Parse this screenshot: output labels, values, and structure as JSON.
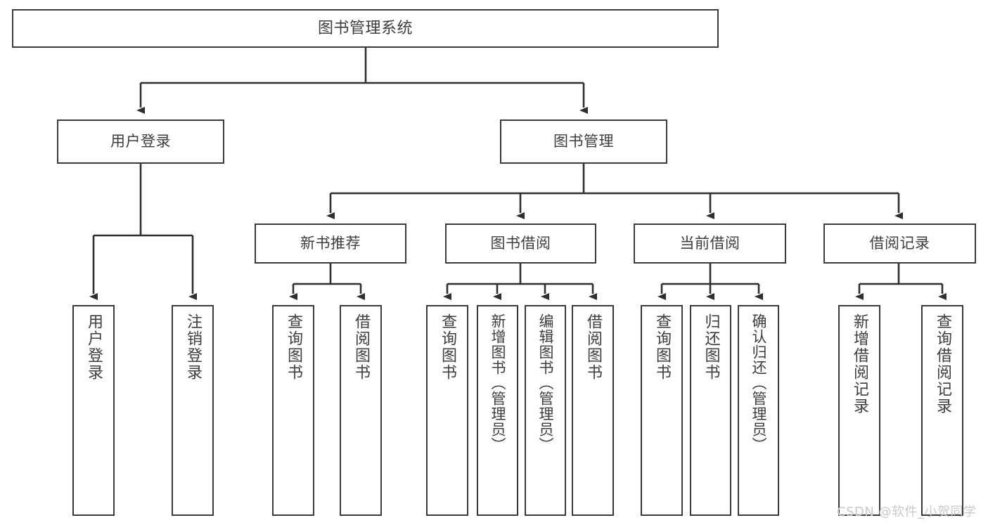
{
  "diagram": {
    "title": "图书管理系统",
    "type": "tree-hierarchy-chart",
    "colors": {
      "box_border": "#3a3a3a",
      "box_fill": "#ffffff",
      "link_stroke": "#2f2f2f",
      "text": "#3d3d3d",
      "watermark": "#c9c9c9",
      "background": "#ffffff"
    }
  },
  "nodes": {
    "root": {
      "label": "图书管理系统"
    },
    "level2": [
      {
        "id": "user-login",
        "label": "用户登录"
      },
      {
        "id": "book-management",
        "label": "图书管理"
      }
    ],
    "level3": [
      {
        "id": "new-book-recommend",
        "label": "新书推荐"
      },
      {
        "id": "book-borrow",
        "label": "图书借阅"
      },
      {
        "id": "current-borrow",
        "label": "当前借阅"
      },
      {
        "id": "borrow-record",
        "label": "借阅记录"
      }
    ],
    "leaves": {
      "user-login": [
        {
          "id": "leaf-user-login",
          "label": "用户登录"
        },
        {
          "id": "leaf-logout",
          "label": "注销登录"
        }
      ],
      "new-book-recommend": [
        {
          "id": "leaf-query-book-1",
          "label": "查询图书"
        },
        {
          "id": "leaf-borrow-book-1",
          "label": "借阅图书"
        }
      ],
      "book-borrow": [
        {
          "id": "leaf-query-book-2",
          "label": "查询图书"
        },
        {
          "id": "leaf-add-book",
          "label": "新增图书（管理员）"
        },
        {
          "id": "leaf-edit-book",
          "label": "编辑图书（管理员）"
        },
        {
          "id": "leaf-borrow-book-2",
          "label": "借阅图书"
        }
      ],
      "current-borrow": [
        {
          "id": "leaf-query-book-3",
          "label": "查询图书"
        },
        {
          "id": "leaf-return-book",
          "label": "归还图书"
        },
        {
          "id": "leaf-confirm-return",
          "label": "确认归还（管理员）"
        }
      ],
      "borrow-record": [
        {
          "id": "leaf-add-record",
          "label": "新增借阅记录"
        },
        {
          "id": "leaf-query-record",
          "label": "查询借阅记录"
        }
      ]
    }
  },
  "watermark": {
    "text": "CSDN @软件_小贺同学"
  }
}
